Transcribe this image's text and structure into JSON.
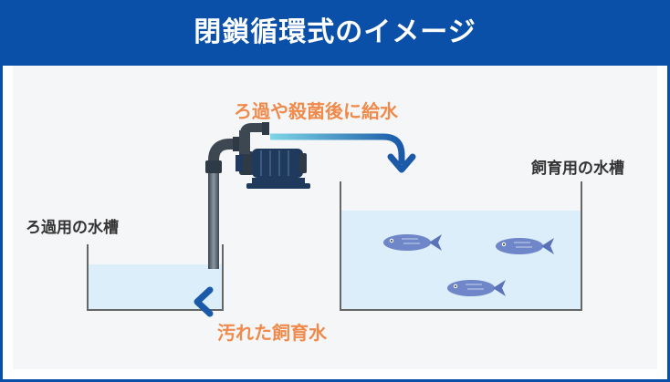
{
  "title": "閉鎖循環式のイメージ",
  "labels": {
    "filter_tank": "ろ過用の水槽",
    "breeding_tank": "飼育用の水槽",
    "top_flow": "ろ過や殺菌後に給水",
    "bottom_flow": "汚れた飼育水"
  },
  "colors": {
    "header": "#0a4fa8",
    "flow_text": "#f08a4b",
    "water": "#dbeefa",
    "fish": "#6f86c8",
    "pipe": "#5e6b78",
    "pump": "#1f3a5c",
    "arrow_start": "#7fd6e6",
    "arrow_end": "#1a5aa8"
  },
  "icons": [
    "pump-icon",
    "pipe-icon",
    "fish-icon",
    "arrow-right-down-icon",
    "arrow-left-icon"
  ],
  "fish_count": 3
}
